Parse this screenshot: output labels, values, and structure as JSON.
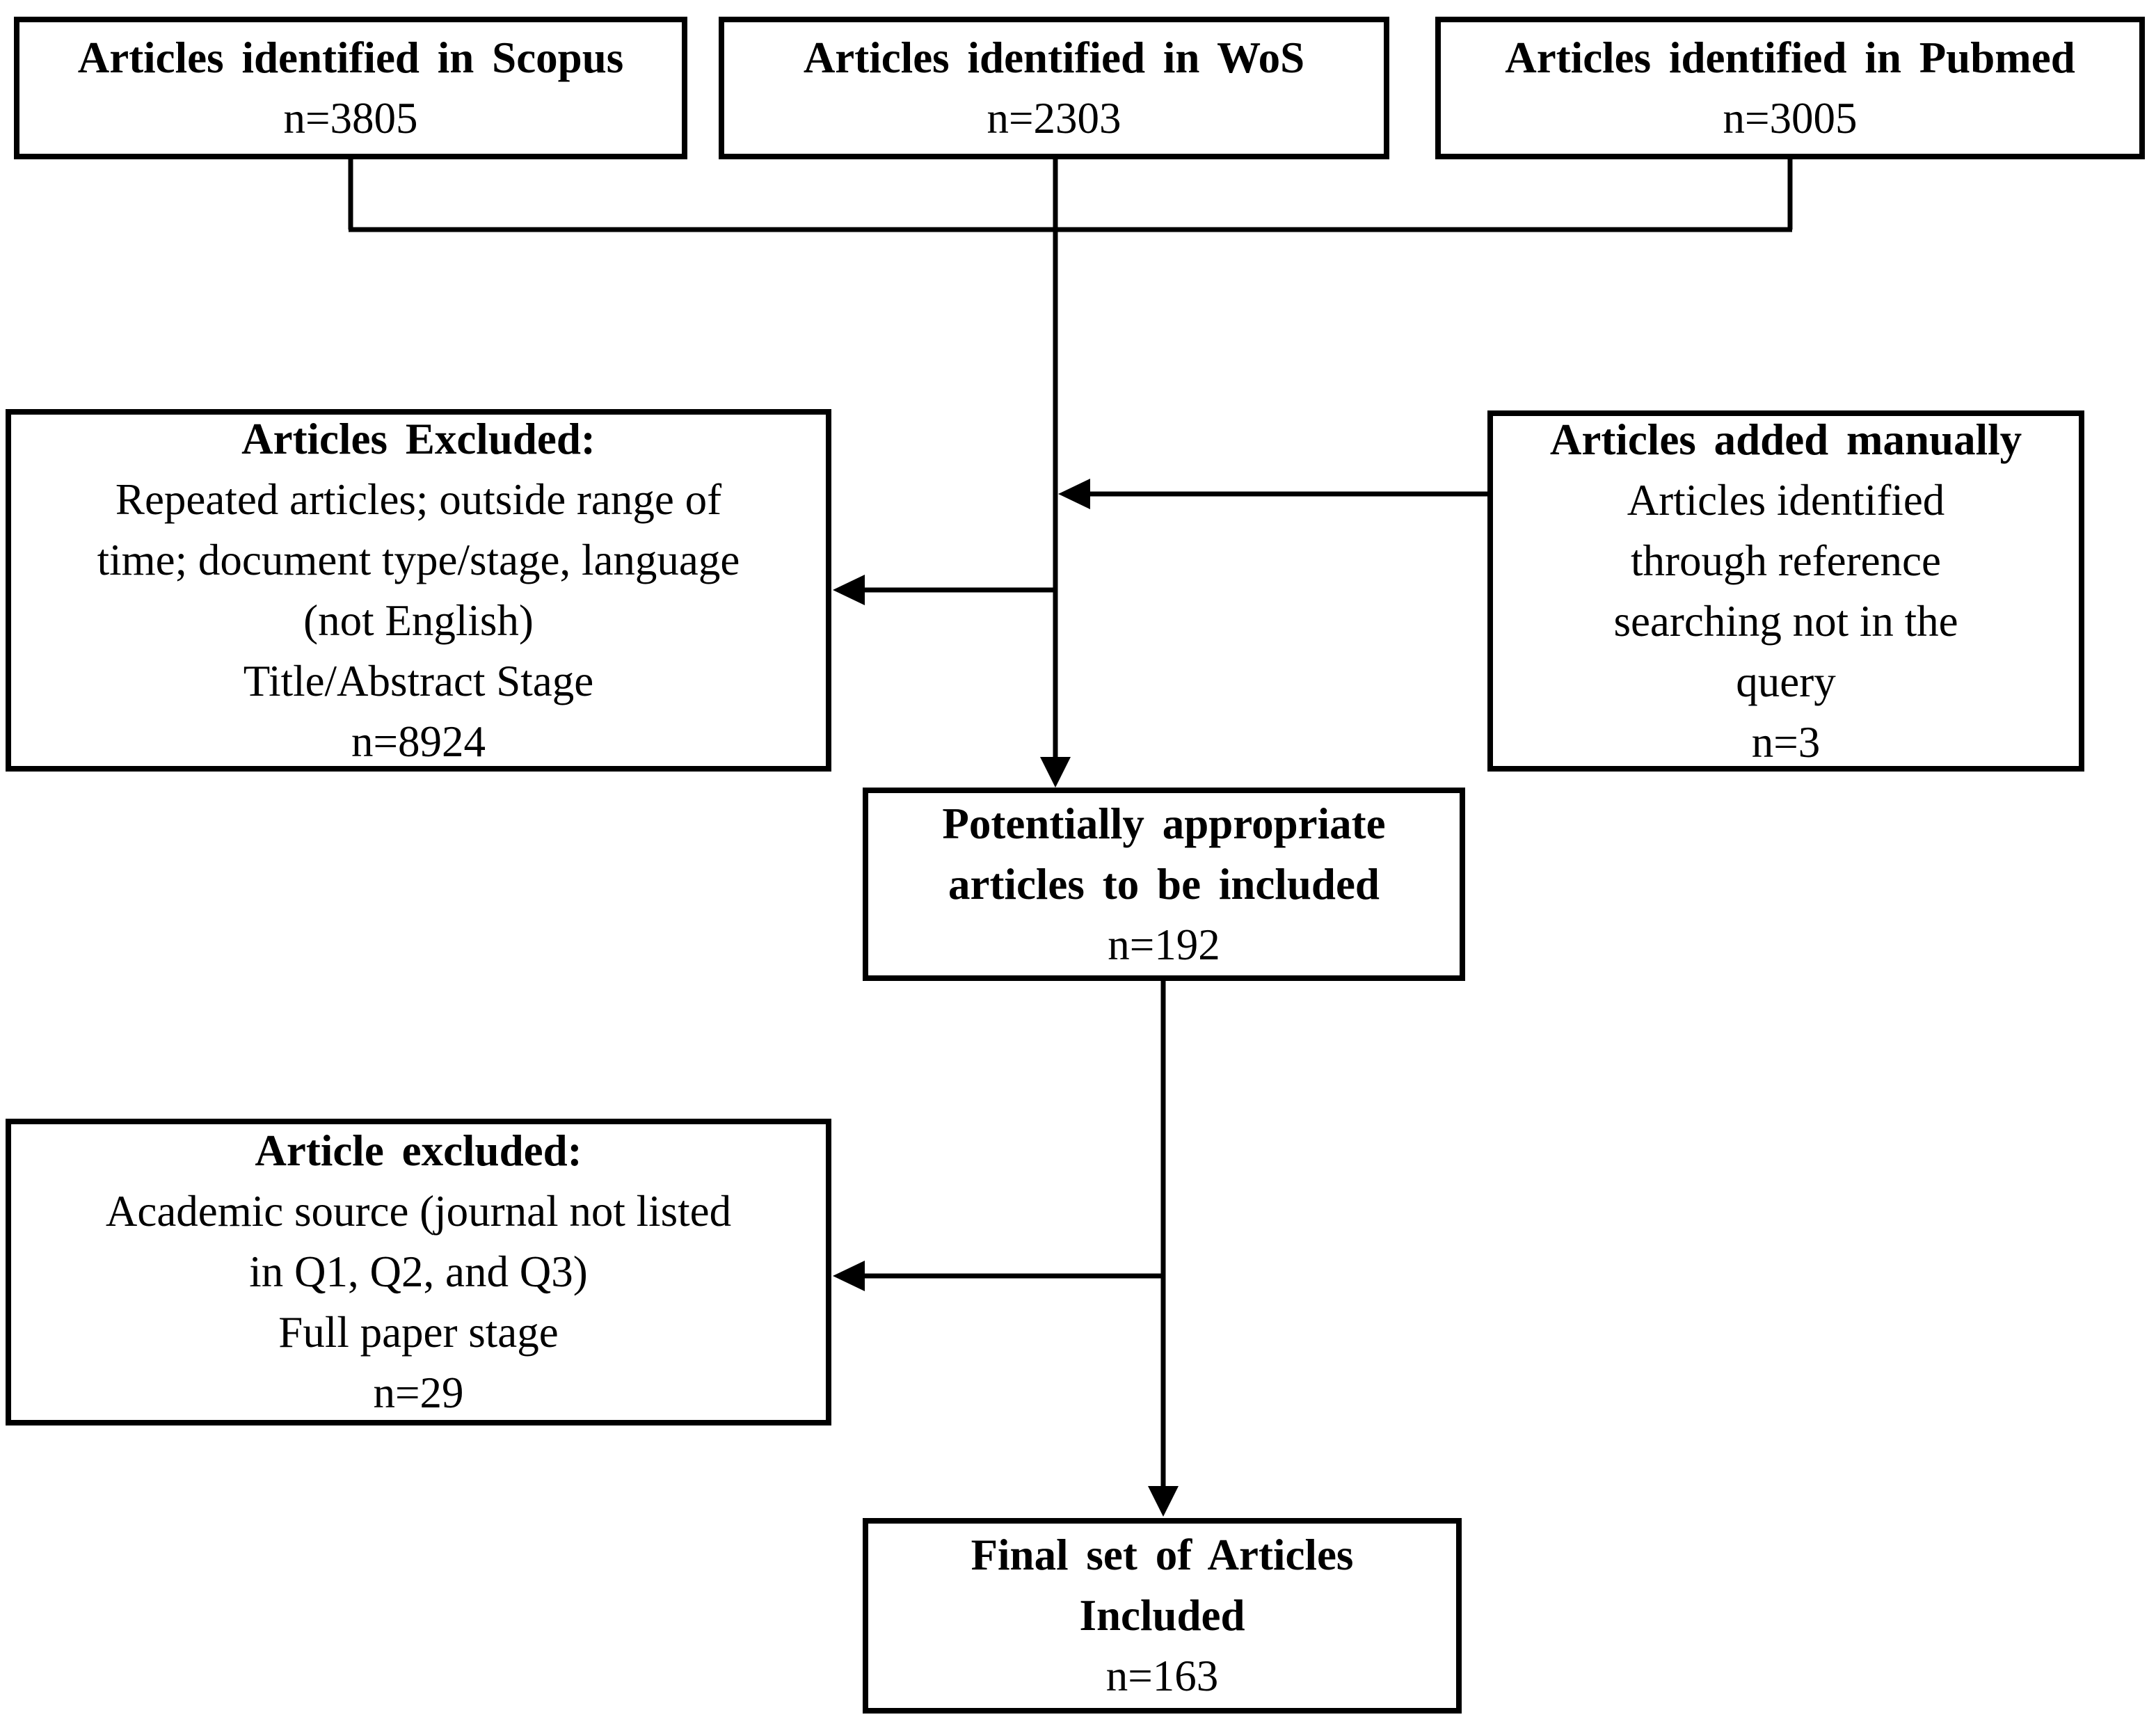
{
  "diagram": {
    "colors": {
      "line": "#000000",
      "background": "#ffffff",
      "text": "#000000"
    },
    "boxes": {
      "scopus": {
        "title": "Articles identified in Scopus",
        "count": "n=3805"
      },
      "wos": {
        "title": "Articles identified in WoS",
        "count": "n=2303"
      },
      "pubmed": {
        "title": "Articles identified in Pubmed",
        "count": "n=3005"
      },
      "excluded_title_abstract": {
        "title": "Articles Excluded:",
        "lines": [
          "Repeated articles; outside range of",
          "time; document type/stage, language",
          "(not English)",
          "Title/Abstract Stage"
        ],
        "count": "n=8924"
      },
      "added_manually": {
        "title": "Articles added manually",
        "lines": [
          "Articles identified",
          "through reference",
          "searching not in the",
          "query"
        ],
        "count": "n=3"
      },
      "potentially_appropriate": {
        "title_lines": [
          "Potentially appropriate",
          "articles to be included"
        ],
        "count": "n=192"
      },
      "excluded_full_paper": {
        "title": "Article excluded:",
        "lines": [
          "Academic source (journal not listed",
          "in Q1, Q2, and Q3)",
          "Full paper stage"
        ],
        "count": "n=29"
      },
      "final_set": {
        "title_lines": [
          "Final set of Articles",
          "Included"
        ],
        "count": "n=163"
      }
    }
  }
}
